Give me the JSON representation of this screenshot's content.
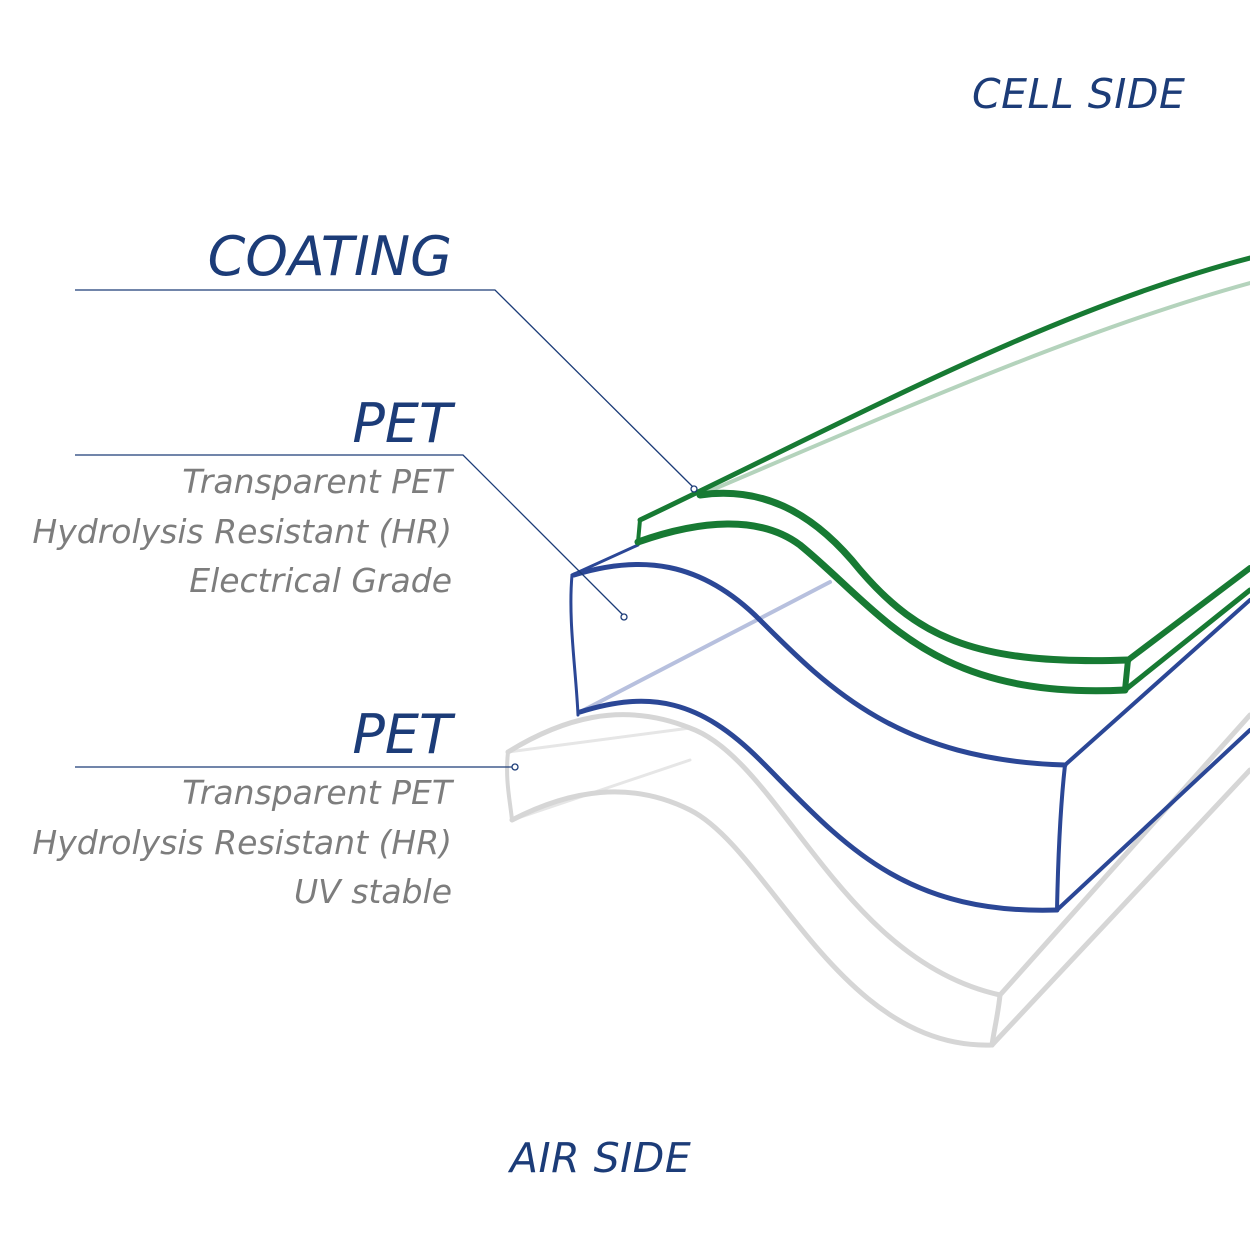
{
  "sides": {
    "cell_side": "CELL SIDE",
    "air_side": "AIR SIDE"
  },
  "layers": [
    {
      "title": "COATING",
      "color": "#177a33",
      "descriptions": []
    },
    {
      "title": "PET",
      "color": "#2b4796",
      "descriptions": [
        "Transparent PET",
        "Hydrolysis Resistant (HR)",
        "Electrical Grade"
      ]
    },
    {
      "title": "PET",
      "color": "#d2d2d2",
      "descriptions": [
        "Transparent PET",
        "Hydrolysis Resistant (HR)",
        "UV stable"
      ]
    }
  ],
  "colors": {
    "label_blue": "#1c3c78",
    "leader_line": "#1c3c78",
    "description_gray": "#7d7d7d"
  }
}
